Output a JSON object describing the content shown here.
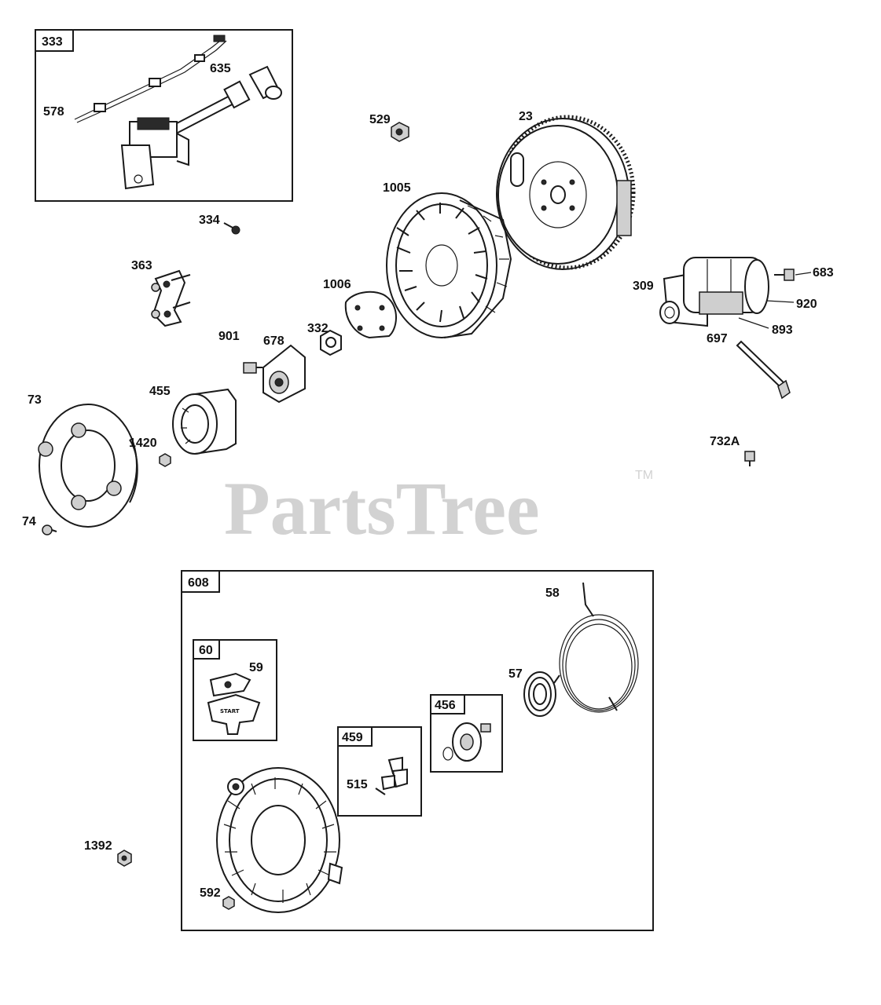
{
  "watermark": {
    "text": "PartsTree",
    "trademark": "TM"
  },
  "callouts": {
    "p333": "333",
    "p635": "635",
    "p578": "578",
    "p529": "529",
    "p23": "23",
    "p1005": "1005",
    "p334": "334",
    "p363": "363",
    "p1006": "1006",
    "p309": "309",
    "p683": "683",
    "p920": "920",
    "p893": "893",
    "p332": "332",
    "p678": "678",
    "p901": "901",
    "p697": "697",
    "p455": "455",
    "p73": "73",
    "p1420": "1420",
    "p732A": "732A",
    "p74": "74",
    "p608": "608",
    "p58": "58",
    "p60": "60",
    "p59": "59",
    "p57": "57",
    "p456": "456",
    "p459": "459",
    "p515": "515",
    "p1392": "1392",
    "p592": "592"
  },
  "handle_text": "START"
}
